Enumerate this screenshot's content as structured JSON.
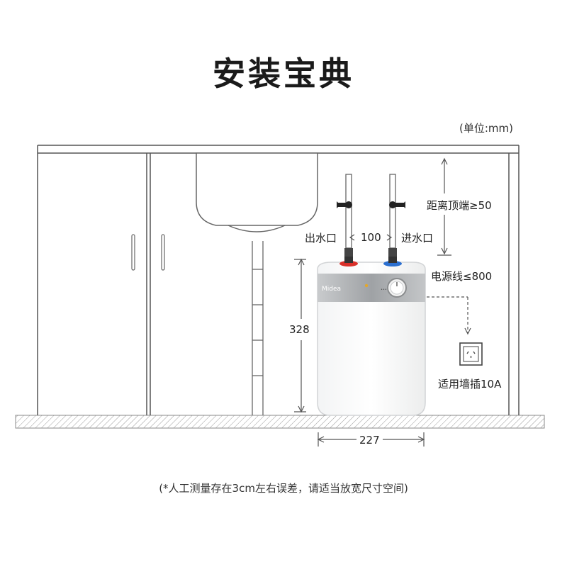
{
  "title": "安装宝典",
  "unit": "(单位:mm)",
  "brand": "Midea",
  "labels": {
    "outlet": "出水口",
    "pipe_spacing": "100",
    "inlet": "进水口",
    "top_clearance": "距离顶端≥50",
    "power_cord": "电源线≤800",
    "socket": "适用墙插10A",
    "height": "328",
    "width": "227"
  },
  "note": "(*人工测量存在3cm左右误差，请适当放宽尺寸空间)",
  "colors": {
    "line": "#555555",
    "hot_ring": "#d9302a",
    "cold_ring": "#2b6fd0",
    "heater_band": "#a9abad"
  }
}
